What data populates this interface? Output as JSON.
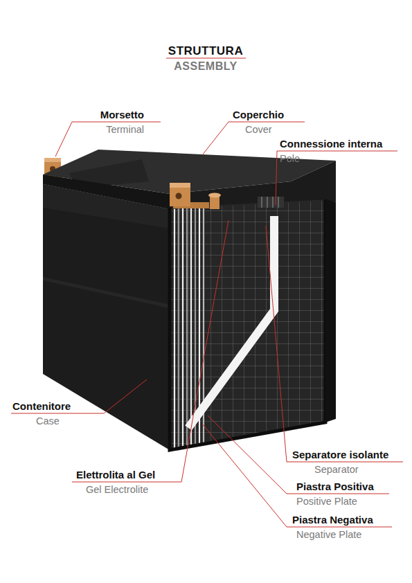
{
  "diagram": {
    "title": "STRUTTURA",
    "labels": [
      "ASSEMBLY",
      "Morsetto",
      "Terminal",
      "Coperchio",
      "Cover",
      "Connessione interna",
      "Pole",
      "Contenitore",
      "Case",
      "Separatore isolante",
      "Separator",
      "Elettrolita al Gel",
      "Gel Electrolite",
      "Piastra Positiva",
      "Positive Plate",
      "Piastra Negativa",
      "Negative Plate"
    ]
  }
}
